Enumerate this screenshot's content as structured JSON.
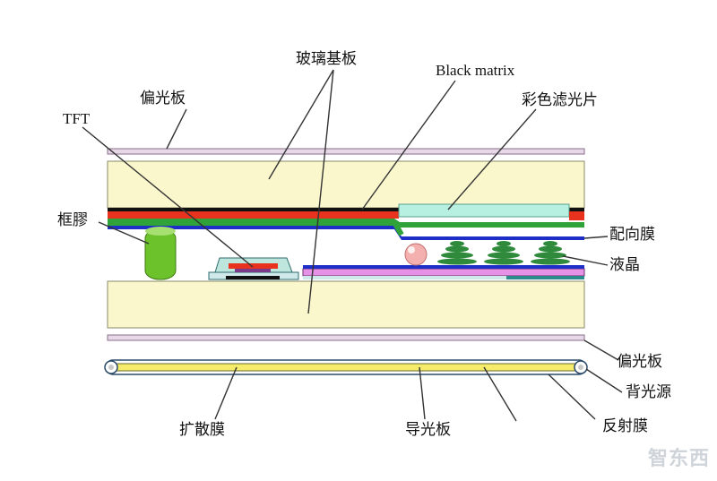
{
  "labels": {
    "glass_substrate": "玻璃基板",
    "black_matrix": "Black matrix",
    "polarizer_top": "偏光板",
    "color_filter": "彩色滤光片",
    "tft": "TFT",
    "frame_seal": "框膠",
    "alignment_film": "配向膜",
    "liquid_crystal": "液晶",
    "polarizer_bottom": "偏光板",
    "backlight": "背光源",
    "diffuser": "扩散膜",
    "light_guide": "导光板",
    "reflector": "反射膜"
  },
  "watermark": "智东西",
  "colors": {
    "glass": "#fbf7cc",
    "polarizer": "#e6d8e6",
    "black_matrix": "#111111",
    "red_filter": "#e8321e",
    "green_filter": "#2fa23a",
    "blue_filter": "#1e2fc8",
    "color_filter_cyan": "#b7efe0",
    "seal": "#6cc22b",
    "lc_green": "#2f8a3c",
    "lc_sphere": "#f3b0ae",
    "pixel_pink": "#e591e6",
    "light_guide": "#f4ec6a"
  }
}
